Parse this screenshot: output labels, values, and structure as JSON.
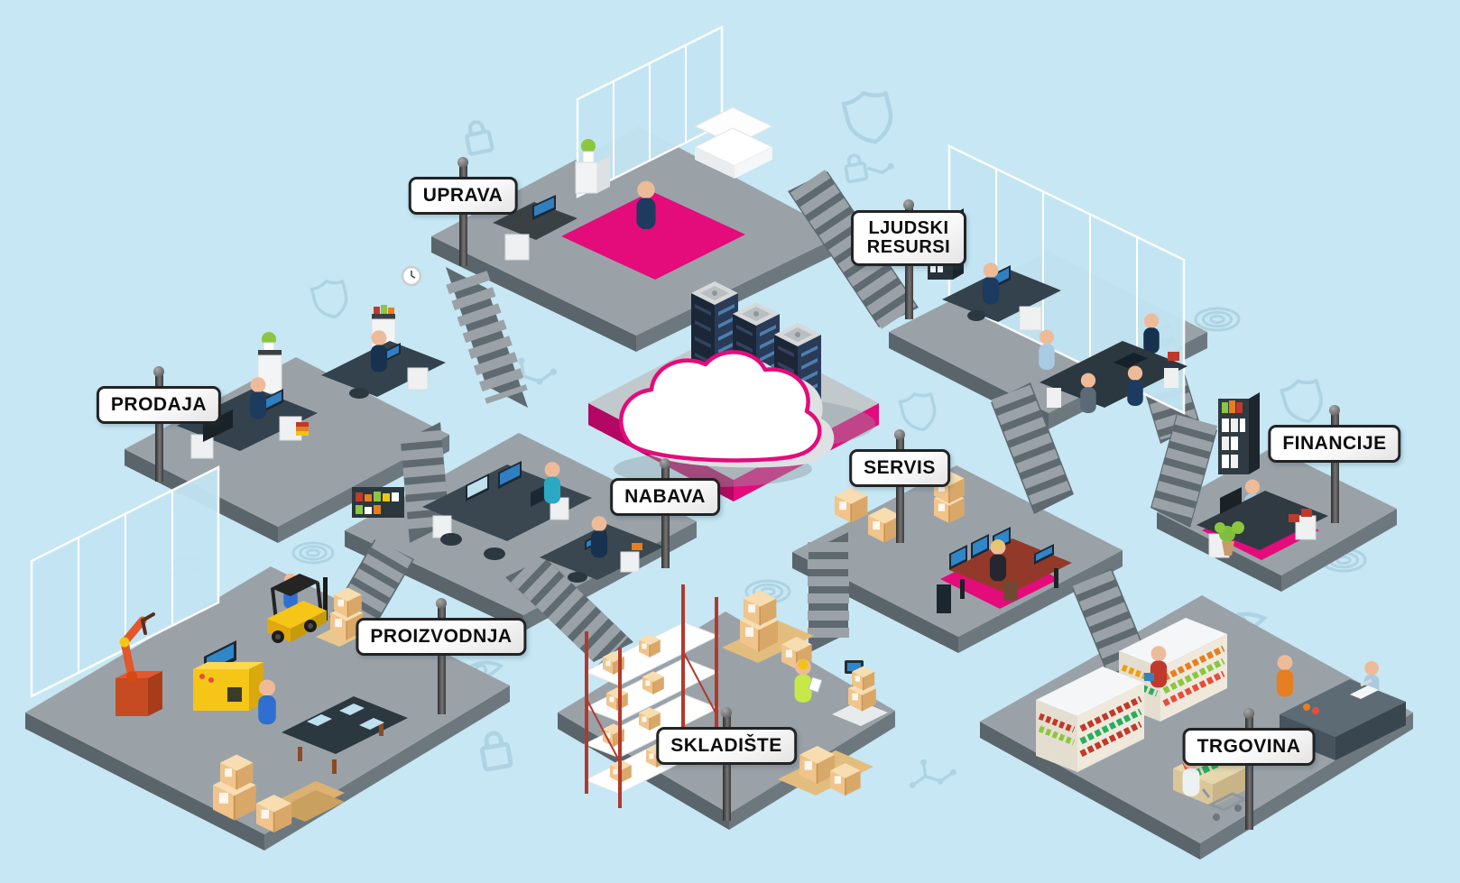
{
  "scene": {
    "background_color": "#c6e7f3",
    "accent_magenta": "#e40b7b",
    "platform_top_color": "#9aa2a8",
    "platform_side_color": "#5f6a70",
    "sign_background": "#ffffff",
    "sign_border": "#232323",
    "server_navy": "#263550",
    "glass_wall_color": "#c3e5f3",
    "cardboard_color": "#f0c48b"
  },
  "departments": [
    {
      "id": "uprava",
      "label": "UPRAVA"
    },
    {
      "id": "ljudski-resursi",
      "label": "LJUDSKI RESURSI"
    },
    {
      "id": "prodaja",
      "label": "PRODAJA"
    },
    {
      "id": "nabava",
      "label": "NABAVA"
    },
    {
      "id": "servis",
      "label": "SERVIS"
    },
    {
      "id": "financije",
      "label": "FINANCIJE"
    },
    {
      "id": "proizvodnja",
      "label": "PROIZVODNJA"
    },
    {
      "id": "skladiste",
      "label": "SKLADIŠTE"
    },
    {
      "id": "trgovina",
      "label": "TRGOVINA"
    }
  ],
  "center": {
    "cloud_icon": "cloud-outline-icon",
    "server_rack_icon": "server-rack-icon",
    "server_rack_count": 3
  },
  "watermark_icons": [
    "shield-icon",
    "padlock-icon",
    "eye-icon",
    "radar-circles-icon",
    "circuit-icon",
    "circuit-padlock-icon"
  ]
}
